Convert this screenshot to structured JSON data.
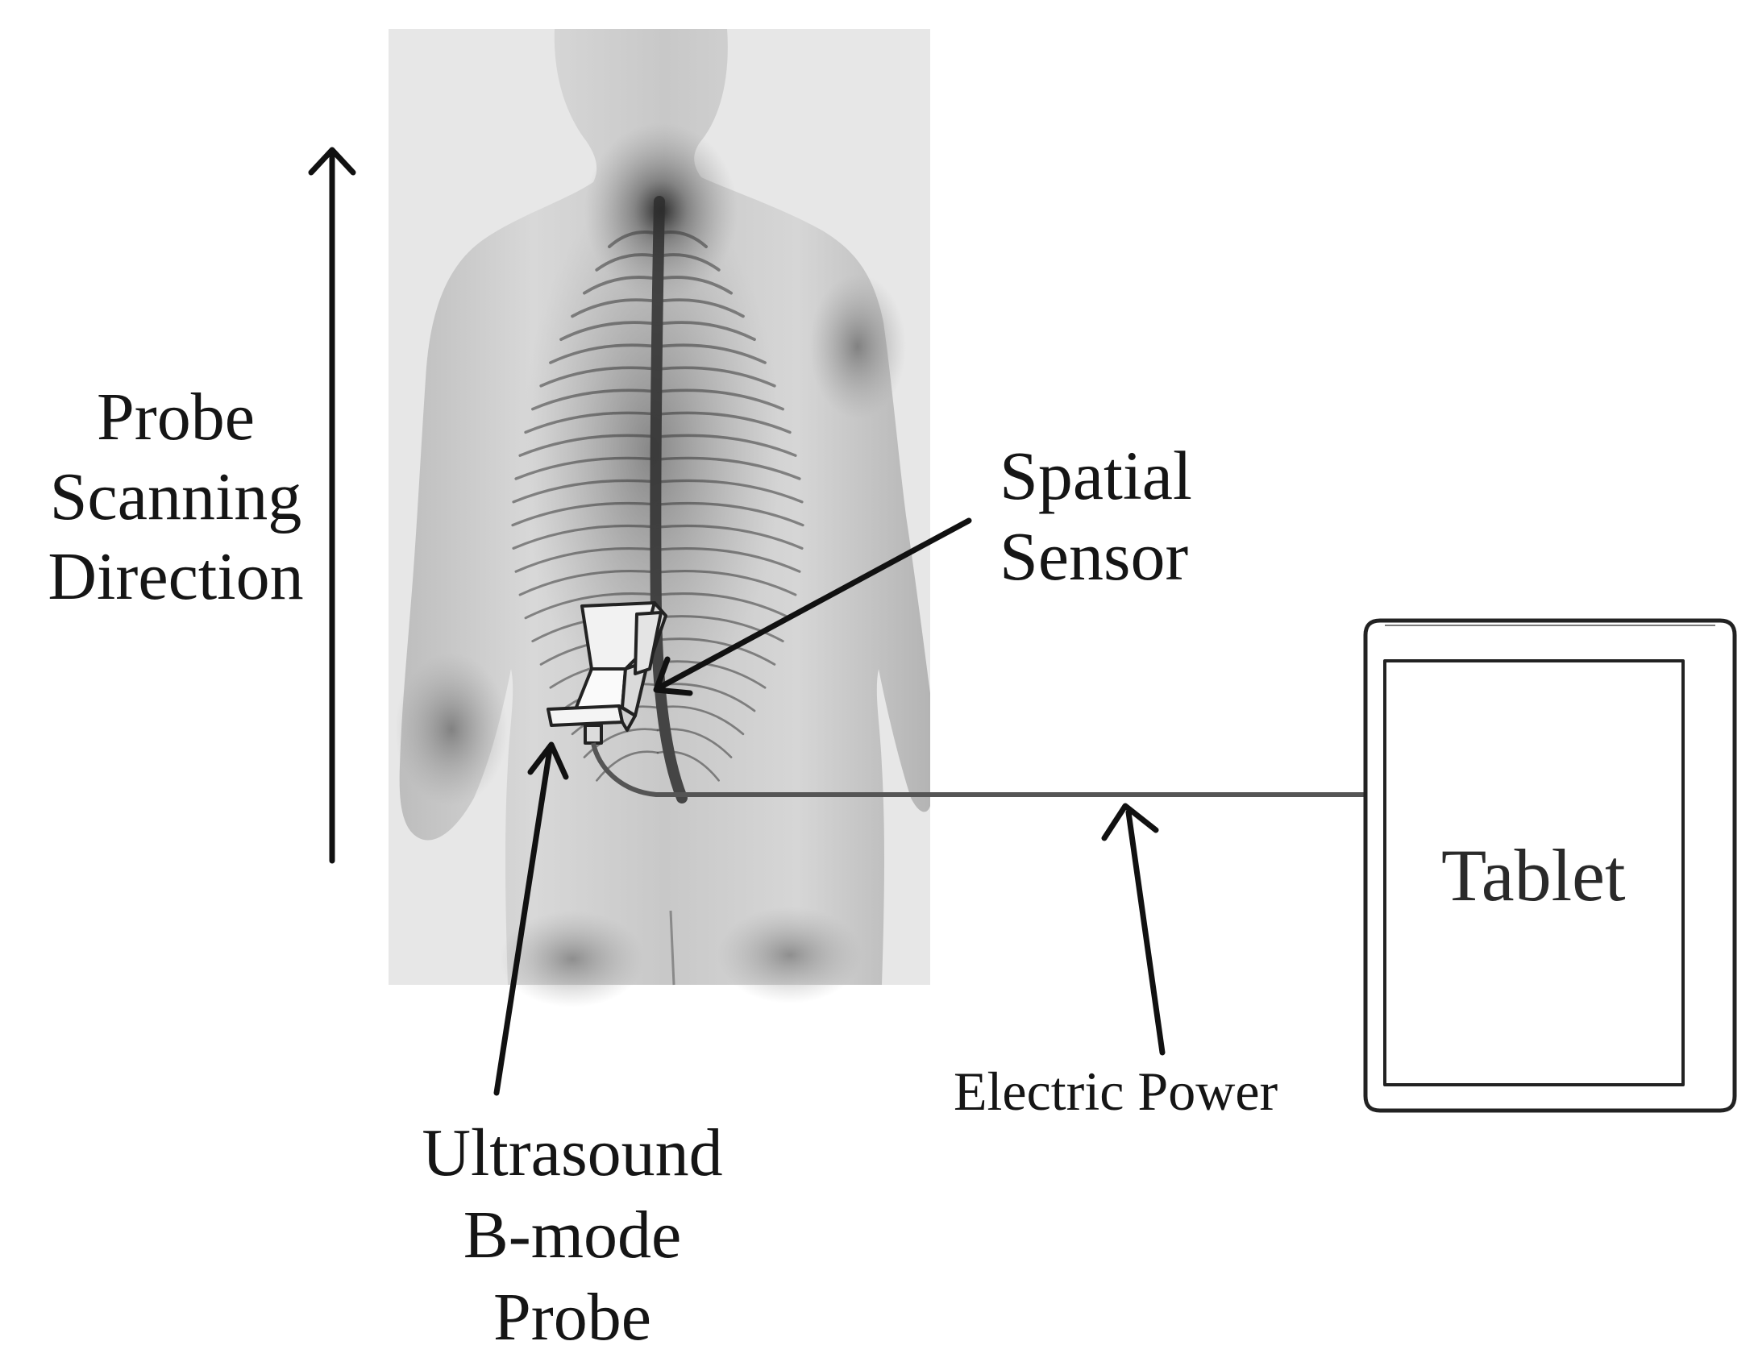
{
  "labels": {
    "scan_direction": [
      "Probe",
      "Scanning",
      "Direction"
    ],
    "spatial_sensor": [
      "Spatial",
      "Sensor"
    ],
    "probe": [
      "Ultrasound",
      "B-mode",
      "Probe"
    ],
    "electric_power": "Electric Power",
    "tablet": "Tablet"
  },
  "colors": {
    "ink": "#151515",
    "cable": "#555555",
    "photo_background": "#e6e6e6",
    "body": "#d2d2d2",
    "spine": "#303030"
  }
}
